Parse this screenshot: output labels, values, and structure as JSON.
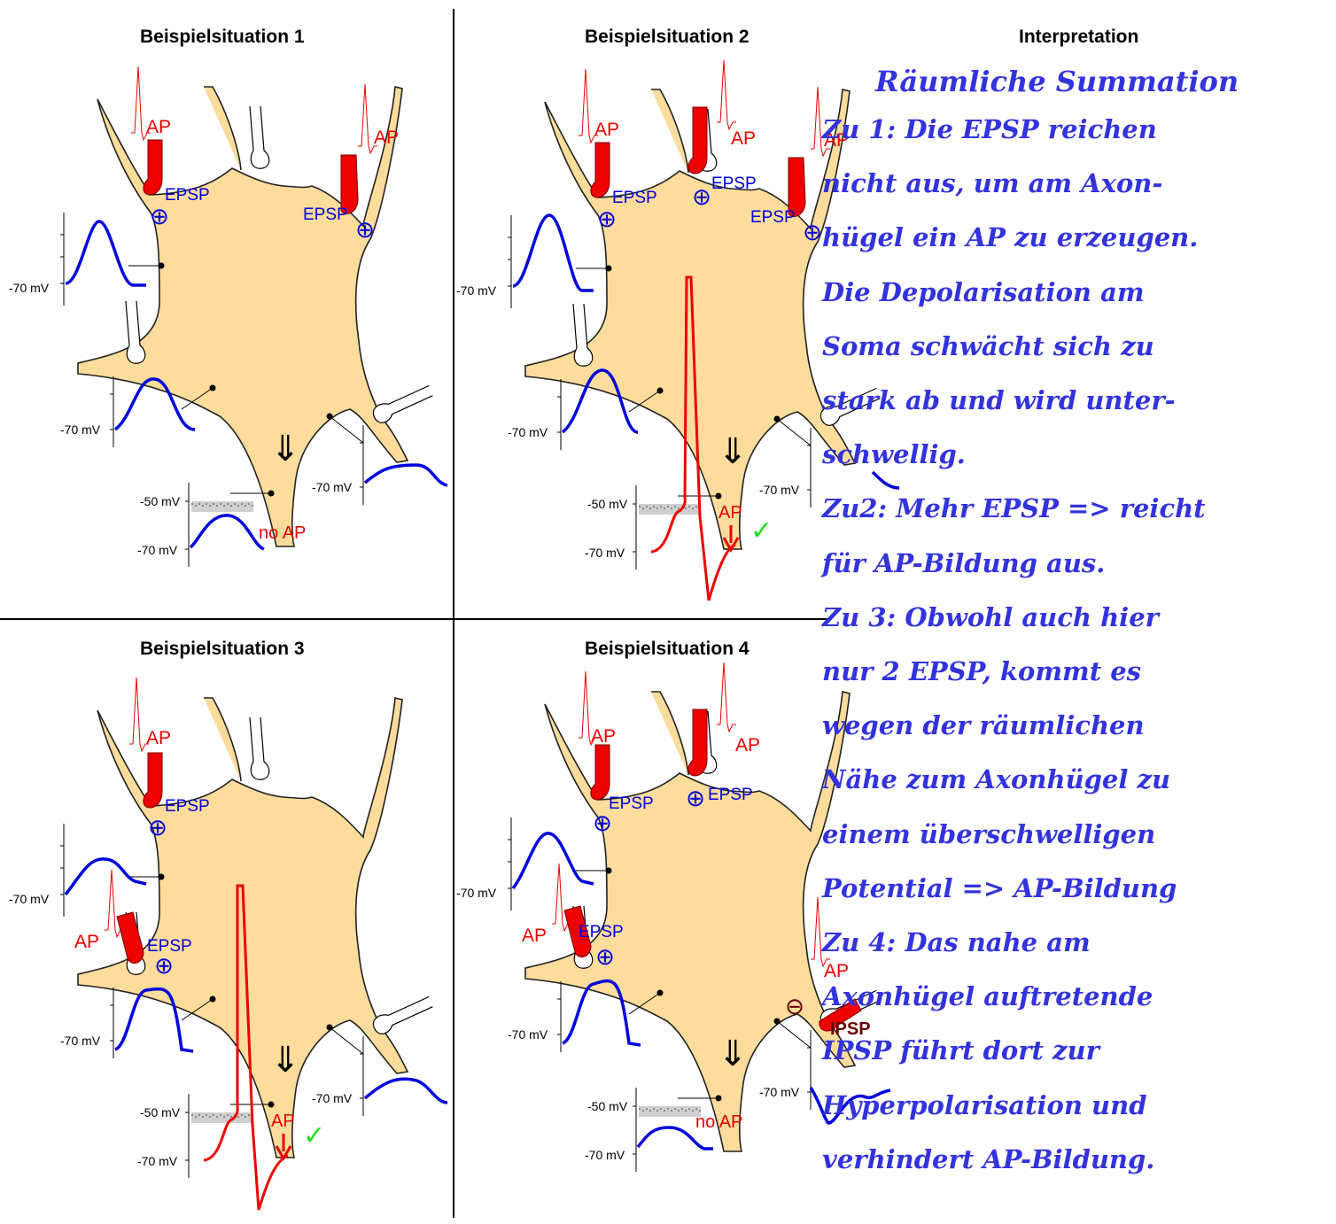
{
  "headers": {
    "panel1": "Beispielsituation 1",
    "panel2": "Beispielsituation 2",
    "panel3": "Beispielsituation 3",
    "panel4": "Beispielsituation 4",
    "interpretation": "Interpretation"
  },
  "labels": {
    "ap": "AP",
    "epsp": "EPSP",
    "ipsp": "IPSP",
    "no_ap": "no AP",
    "mv_minus70": "-70 mV",
    "mv_minus50": "-50 mV",
    "plus": "⊕",
    "minus": "⊖",
    "check": "✓",
    "double_arrow": "⇓"
  },
  "colors": {
    "soma": "#fddc9c",
    "soma_stroke": "#222222",
    "epsp_blue": "#0000dd",
    "ap_red": "#ee0000",
    "ipsp_darkred": "#660000",
    "check_green": "#22dd22",
    "handwriting": "#3333dd"
  },
  "interpretation": {
    "title": "Räumliche Summation",
    "lines": [
      "Zu 1: Die EPSP reichen",
      "nicht aus, um am Axon-",
      "hügel ein AP zu erzeugen.",
      "Die Depolarisation am",
      "Soma schwächt sich zu",
      "stark ab und wird unter-",
      "schwellig.",
      "Zu2: Mehr EPSP => reicht",
      "für AP-Bildung aus.",
      "Zu 3: Obwohl auch hier",
      "nur 2 EPSP, kommt es",
      "wegen der räumlichen",
      "Nähe zum Axonhügel zu",
      "einem überschwelligen",
      "Potential => AP-Bildung",
      "Zu 4: Das nahe am",
      "Axonhügel auftretende",
      "IPSP führt dort zur",
      "Hyperpolarisation und",
      "verhindert AP-Bildung."
    ]
  }
}
